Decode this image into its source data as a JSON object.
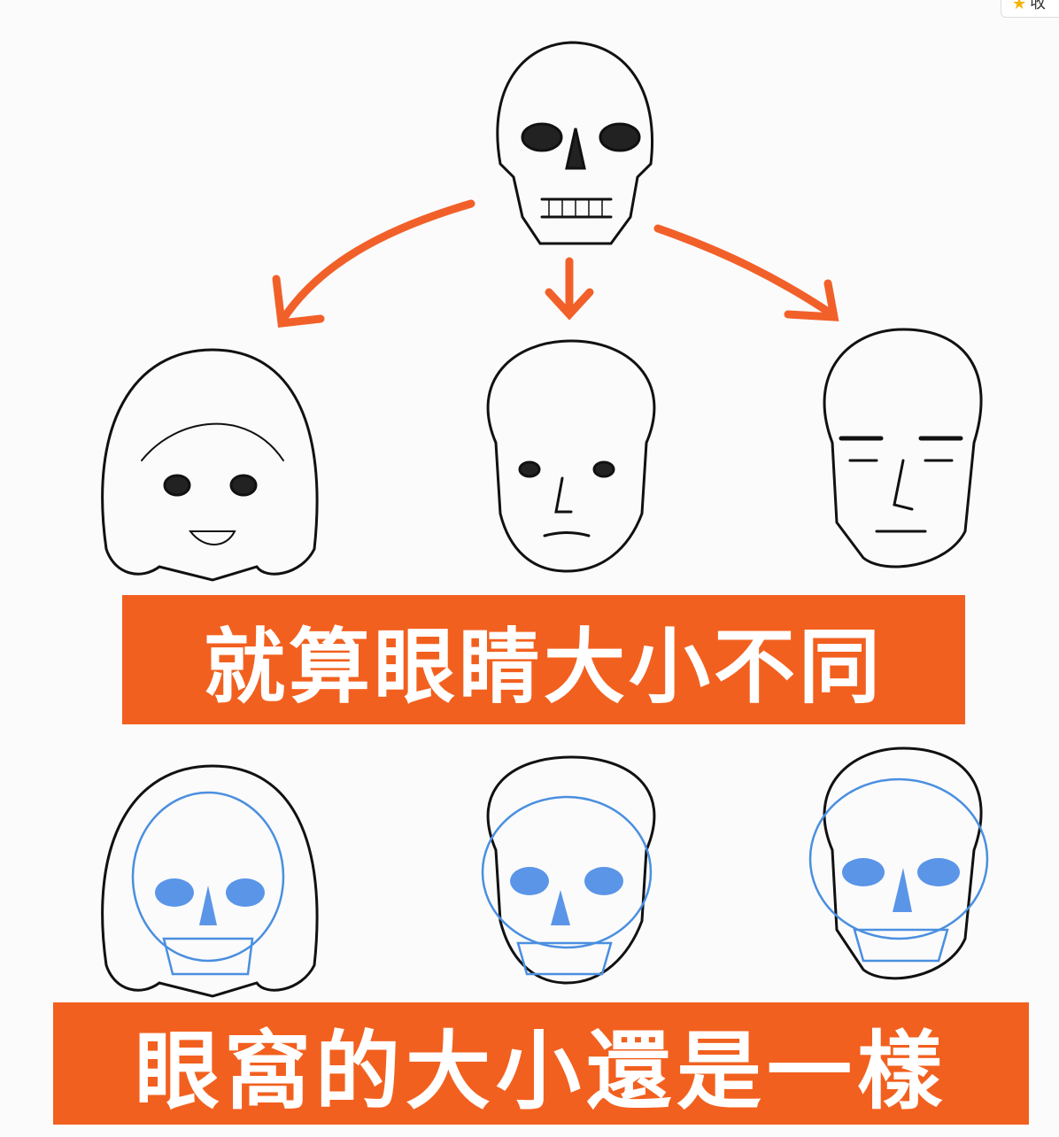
{
  "favorite_button": {
    "icon": "star-icon",
    "label": "收"
  },
  "banners": {
    "top": "就算眼睛大小不同",
    "bottom": "眼窩的大小還是一樣"
  },
  "colors": {
    "accent": "#f2601f",
    "overlay": "#4a8fe0",
    "ink": "#111111"
  }
}
